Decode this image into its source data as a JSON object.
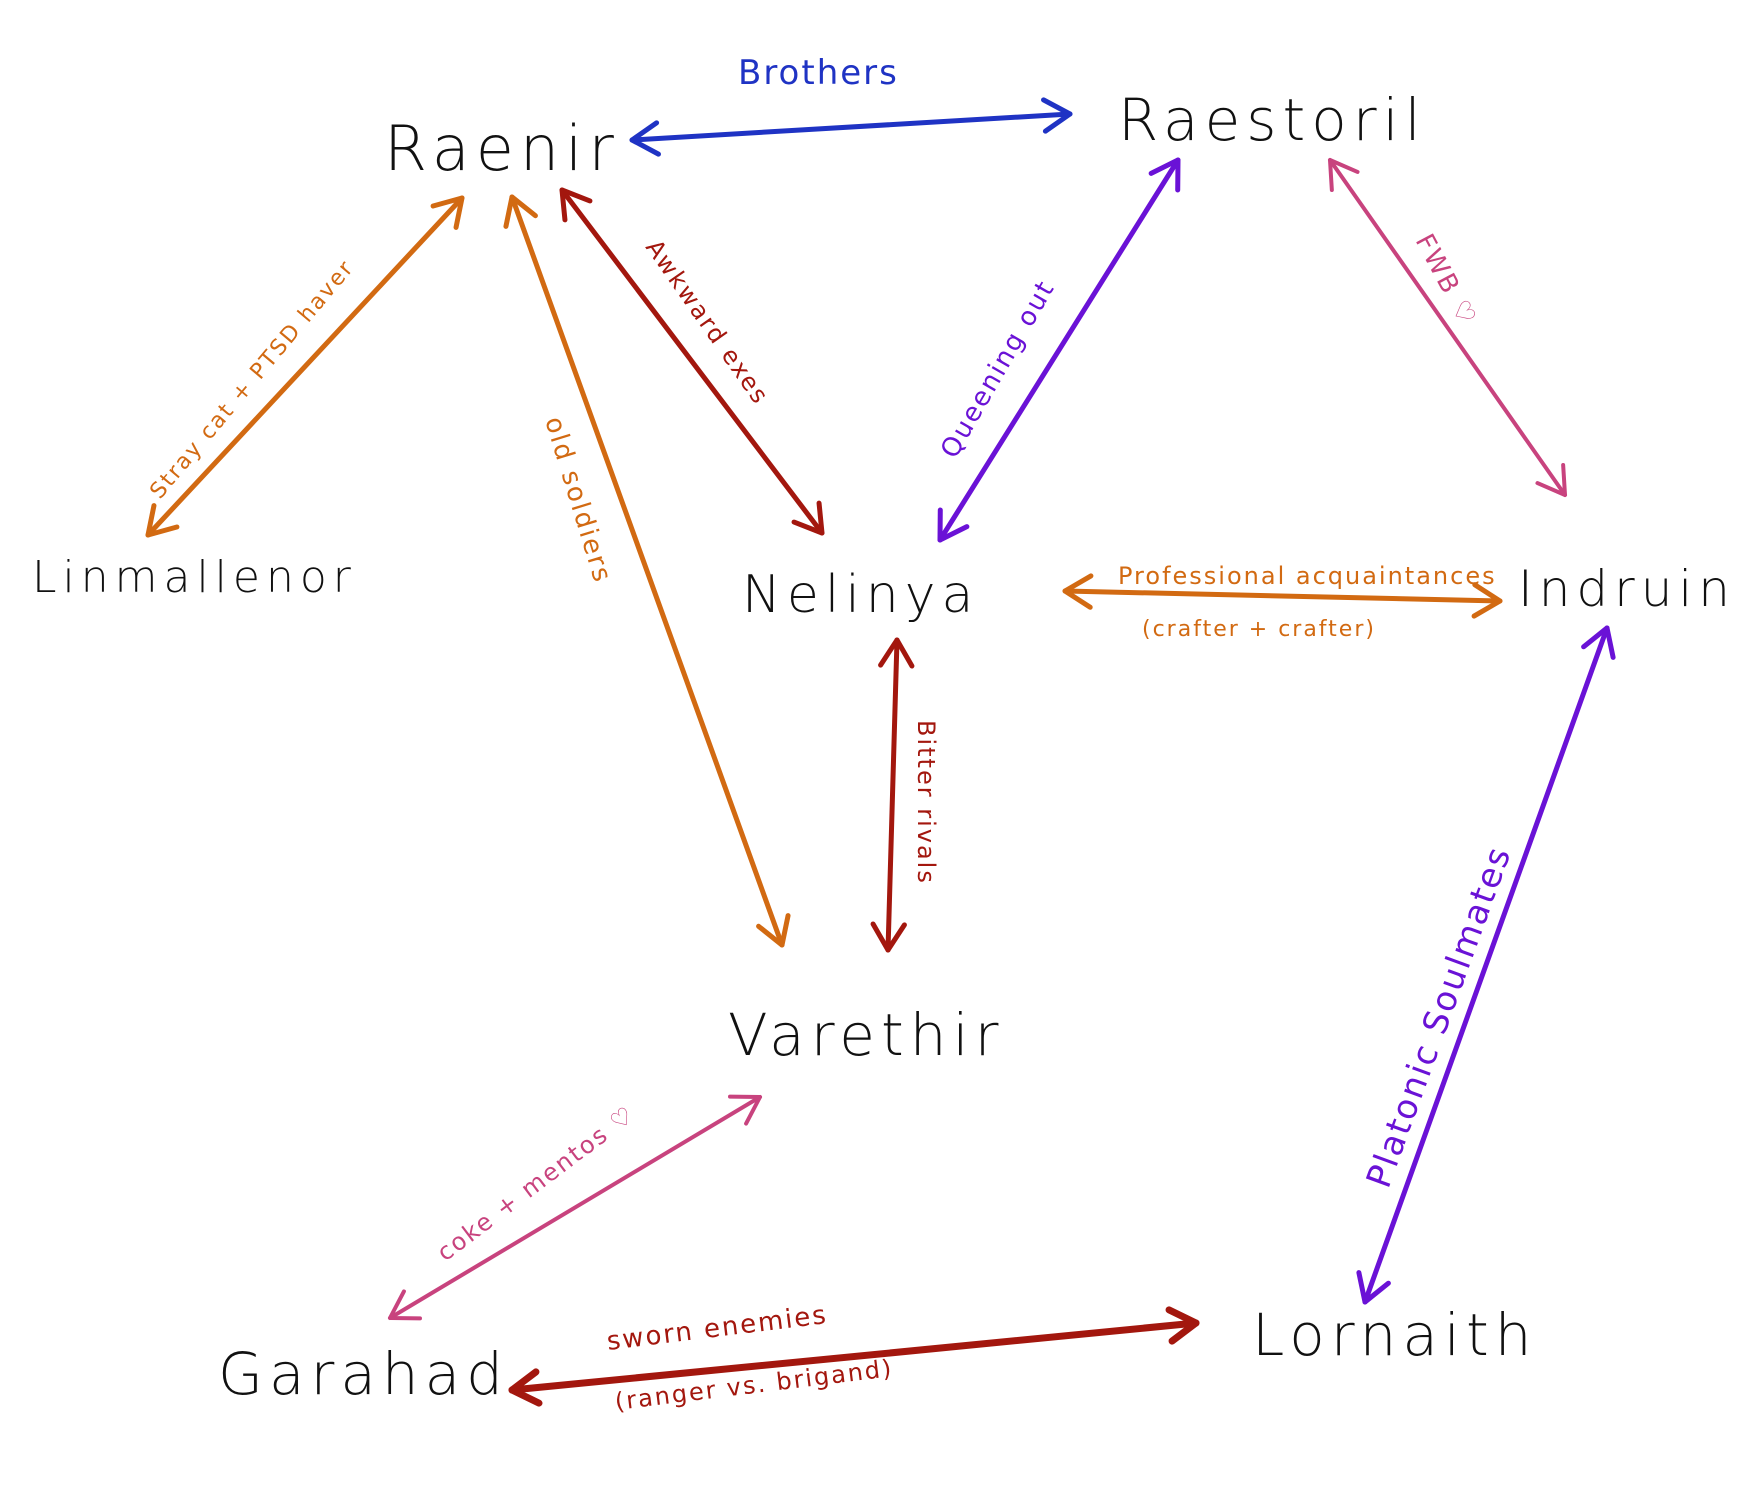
{
  "title": "Character relationship map",
  "colors": {
    "blue": "#1f33c4",
    "orange": "#d26a12",
    "darkred": "#a3170e",
    "purple": "#6a12d6",
    "pink": "#c8437e",
    "text": "#111111"
  },
  "nodes": [
    {
      "id": "raenir",
      "label": "Raenir"
    },
    {
      "id": "raestoril",
      "label": "Raestoril"
    },
    {
      "id": "linmallenor",
      "label": "Linmallenor"
    },
    {
      "id": "nelinya",
      "label": "Nelinya"
    },
    {
      "id": "indruin",
      "label": "Indruin"
    },
    {
      "id": "varethir",
      "label": "Varethir"
    },
    {
      "id": "garahad",
      "label": "Garahad"
    },
    {
      "id": "lornaith",
      "label": "Lornaith"
    }
  ],
  "edges": [
    {
      "id": "raenir-raestoril",
      "from": "raenir",
      "to": "raestoril",
      "color": "blue",
      "labels": [
        "Brothers"
      ]
    },
    {
      "id": "linmallenor-raenir",
      "from": "linmallenor",
      "to": "raenir",
      "color": "orange",
      "labels": [
        "Stray cat + PTSD haver"
      ]
    },
    {
      "id": "raenir-varethir",
      "from": "raenir",
      "to": "varethir",
      "color": "orange",
      "labels": [
        "old soldiers"
      ]
    },
    {
      "id": "raenir-nelinya",
      "from": "raenir",
      "to": "nelinya",
      "color": "darkred",
      "labels": [
        "Awkward exes"
      ]
    },
    {
      "id": "nelinya-raestoril",
      "from": "nelinya",
      "to": "raestoril",
      "color": "purple",
      "labels": [
        "Queening out"
      ]
    },
    {
      "id": "raestoril-indruin",
      "from": "raestoril",
      "to": "indruin",
      "color": "pink",
      "labels": [
        "FWB ♡"
      ]
    },
    {
      "id": "nelinya-indruin",
      "from": "nelinya",
      "to": "indruin",
      "color": "orange",
      "labels": [
        "Professional acquaintances",
        "(crafter + crafter)"
      ]
    },
    {
      "id": "nelinya-varethir",
      "from": "nelinya",
      "to": "varethir",
      "color": "darkred",
      "labels": [
        "Bitter rivals"
      ]
    },
    {
      "id": "lornaith-indruin",
      "from": "lornaith",
      "to": "indruin",
      "color": "purple",
      "labels": [
        "Platonic Soulmates"
      ]
    },
    {
      "id": "garahad-varethir",
      "from": "garahad",
      "to": "varethir",
      "color": "pink",
      "labels": [
        "coke + mentos ♡"
      ]
    },
    {
      "id": "garahad-lornaith",
      "from": "garahad",
      "to": "lornaith",
      "color": "darkred",
      "labels": [
        "sworn enemies",
        "(ranger vs. brigand)"
      ]
    }
  ]
}
